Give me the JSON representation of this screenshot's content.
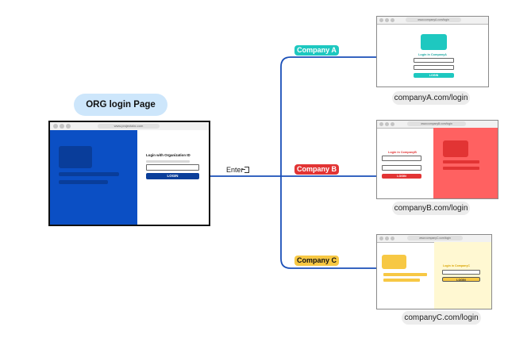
{
  "main": {
    "title": "ORG login Page",
    "url": "www.projectabc.com",
    "login_heading": "Login with Organization ID",
    "login_button": "LOGIN",
    "accent": "#0b4fc4"
  },
  "enter": {
    "label": "Enter"
  },
  "companies": [
    {
      "tag": "Company A",
      "tag_color": "#1ec8c0",
      "url": "www.companyA.com/login",
      "login_heading": "Login in CompanyA",
      "login_button": "LOGIN",
      "caption": "companyA.com/login"
    },
    {
      "tag": "Company B",
      "tag_color": "#e23434",
      "url": "www.companyB.com/login",
      "login_heading": "Login in CompanyB",
      "login_button": "LOGIN",
      "caption": "companyB.com/login"
    },
    {
      "tag": "Company C",
      "tag_color": "#f7c844",
      "url": "www.companyC.com/login",
      "login_heading": "Login in CompanyC",
      "login_button": "LOGIN",
      "caption": "companyC.com/login"
    }
  ],
  "connector_color": "#1a4fb8"
}
